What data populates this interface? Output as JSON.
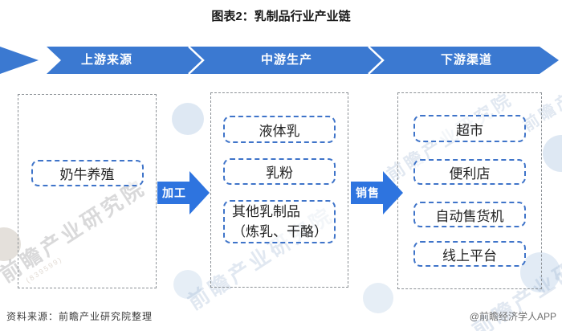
{
  "title": "图表2：乳制品行业产业链",
  "stages": [
    {
      "label": "上游来源"
    },
    {
      "label": "中游生产"
    },
    {
      "label": "下游渠道"
    }
  ],
  "columns": [
    {
      "items": [
        {
          "label": "奶牛养殖"
        }
      ]
    },
    {
      "items": [
        {
          "label": "液体乳"
        },
        {
          "label": "乳粉"
        },
        {
          "label": "其他乳制品\n（炼乳、干酪）"
        }
      ]
    },
    {
      "items": [
        {
          "label": "超市"
        },
        {
          "label": "便利店"
        },
        {
          "label": "自动售货机"
        },
        {
          "label": "线上平台"
        }
      ]
    }
  ],
  "arrows": [
    {
      "label": "加工"
    },
    {
      "label": "销售"
    }
  ],
  "footer": {
    "source": "资料来源：前瞻产业研究院整理",
    "credit": "@前瞻经济学人APP"
  },
  "watermark": {
    "text": "前瞻产业研究院",
    "subtext": "(839599)"
  },
  "colors": {
    "banner_blue": "#3b79d1",
    "arrow_blue": "#2e74df",
    "item_border_blue": "#3f74c9",
    "outer_border_gray": "#8c9196"
  }
}
